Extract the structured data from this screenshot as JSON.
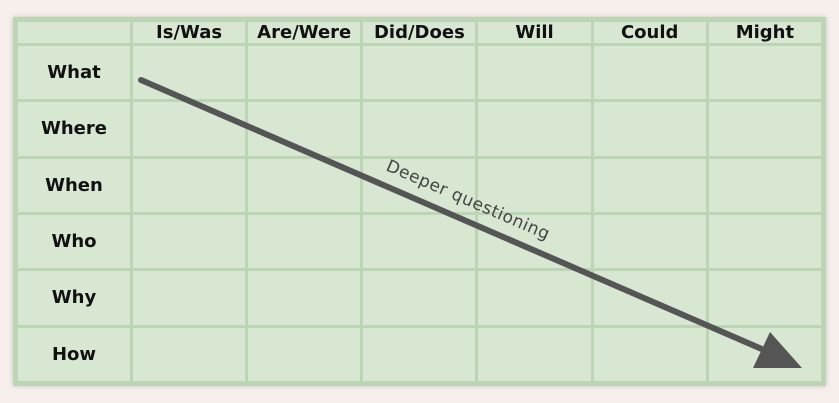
{
  "columns": [
    "Is/Was",
    "Are/Were",
    "Did/Does",
    "Will",
    "Could",
    "Might"
  ],
  "rows": [
    "What",
    "Where",
    "When",
    "Who",
    "Why",
    "How"
  ],
  "arrow": {
    "label": "Deeper questioning",
    "color": "#555555"
  },
  "colors": {
    "cell": "#d7e7d2",
    "border": "#bcd5b4",
    "background": "#f7efec"
  }
}
